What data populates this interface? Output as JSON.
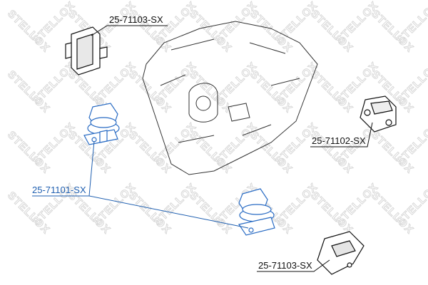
{
  "watermark": "STELLOX",
  "parts": [
    {
      "id": "top-mount",
      "label": "25-71103-SX"
    },
    {
      "id": "right-mount",
      "label": "25-71102-SX"
    },
    {
      "id": "left-mounts",
      "label": "25-71101-SX"
    },
    {
      "id": "bottom-mount",
      "label": "25-71103-SX"
    }
  ],
  "colors": {
    "leader_black": "#111111",
    "leader_blue": "#1f5fb0",
    "part_blue": "#2a6cc4"
  }
}
